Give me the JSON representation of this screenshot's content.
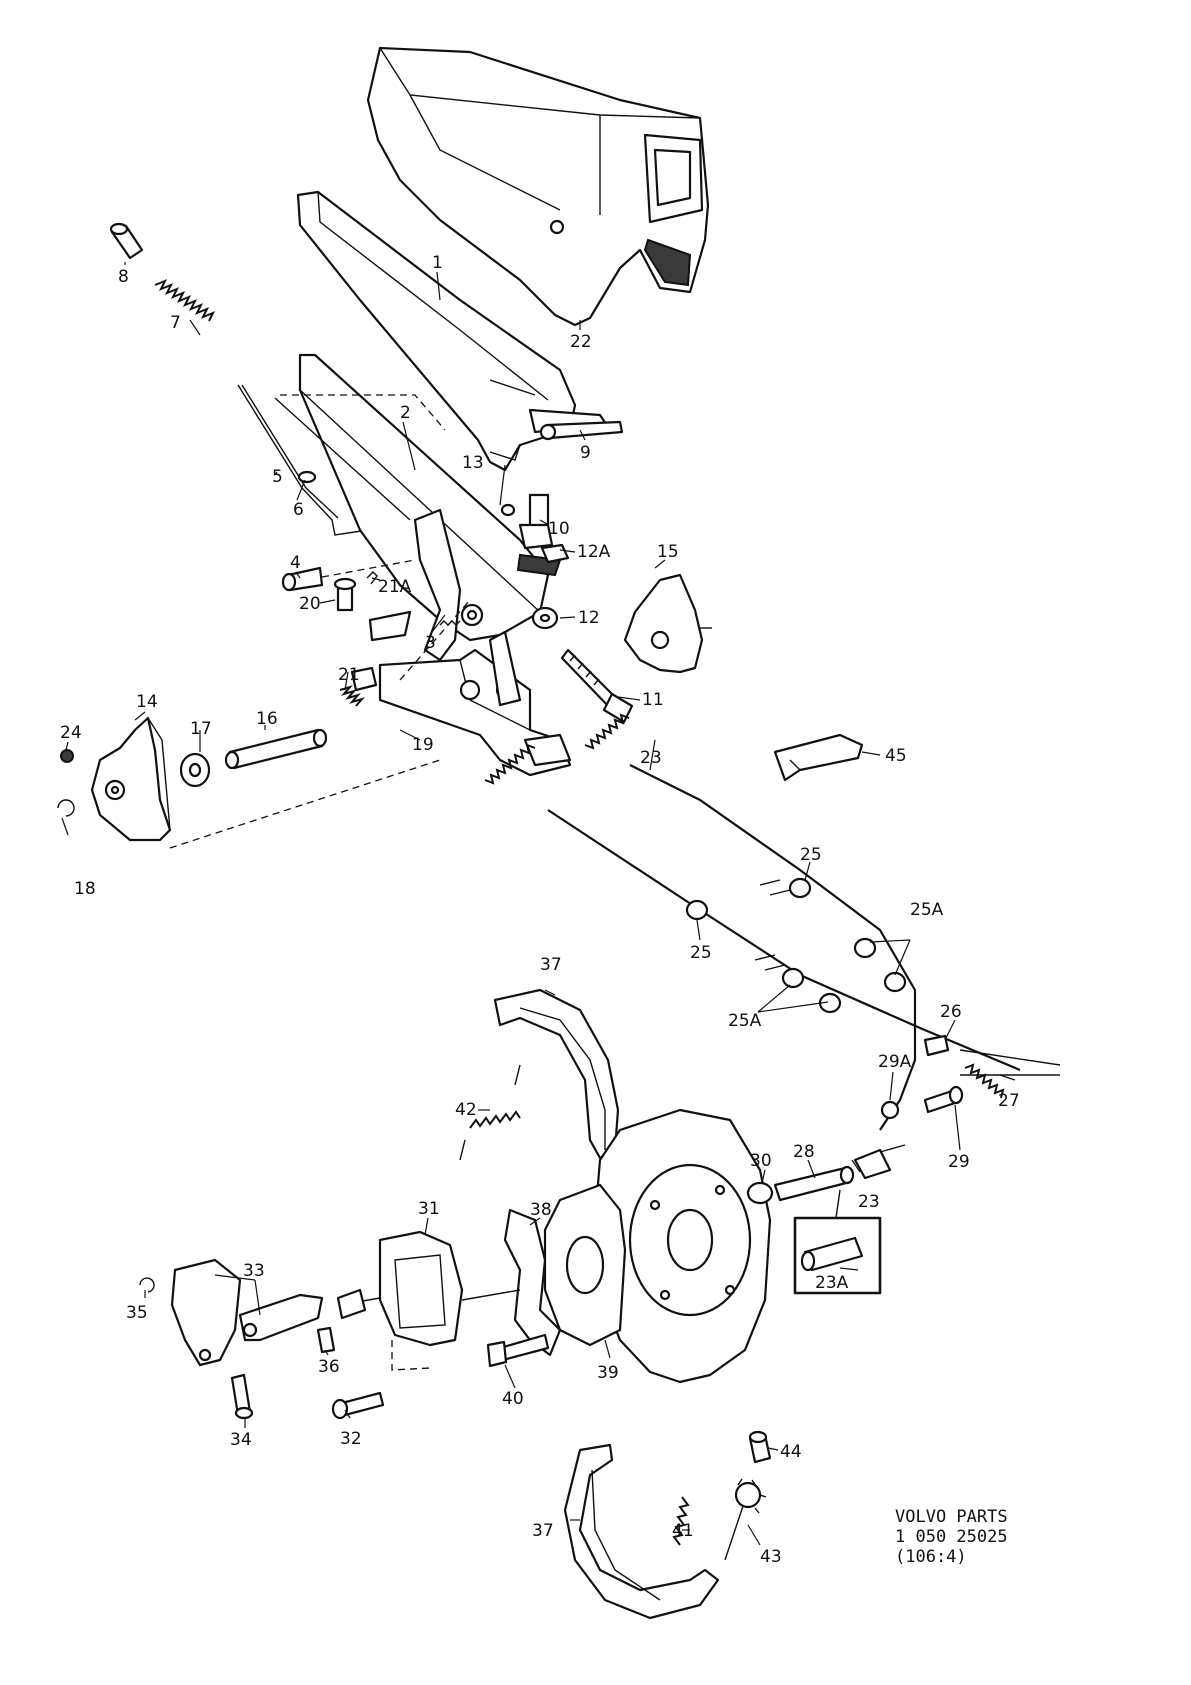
{
  "callouts": [
    {
      "id": "c1",
      "text": "1"
    },
    {
      "id": "c2",
      "text": "2"
    },
    {
      "id": "c3",
      "text": "3"
    },
    {
      "id": "c4",
      "text": "4"
    },
    {
      "id": "c5",
      "text": "5"
    },
    {
      "id": "c6",
      "text": "6"
    },
    {
      "id": "c7",
      "text": "7"
    },
    {
      "id": "c8",
      "text": "8"
    },
    {
      "id": "c9",
      "text": "9"
    },
    {
      "id": "c10",
      "text": "10"
    },
    {
      "id": "c11",
      "text": "11"
    },
    {
      "id": "c12",
      "text": "12"
    },
    {
      "id": "c12A",
      "text": "12A"
    },
    {
      "id": "c13",
      "text": "13"
    },
    {
      "id": "c14",
      "text": "14"
    },
    {
      "id": "c15",
      "text": "15"
    },
    {
      "id": "c16",
      "text": "16"
    },
    {
      "id": "c17",
      "text": "17"
    },
    {
      "id": "c18",
      "text": "18"
    },
    {
      "id": "c19",
      "text": "19"
    },
    {
      "id": "c20",
      "text": "20"
    },
    {
      "id": "c21",
      "text": "21"
    },
    {
      "id": "c21A",
      "text": "21A"
    },
    {
      "id": "c22",
      "text": "22"
    },
    {
      "id": "c23a",
      "text": "23"
    },
    {
      "id": "c23b",
      "text": "23"
    },
    {
      "id": "c23A",
      "text": "23A"
    },
    {
      "id": "c24",
      "text": "24"
    },
    {
      "id": "c25a",
      "text": "25"
    },
    {
      "id": "c25b",
      "text": "25"
    },
    {
      "id": "c25Aa",
      "text": "25A"
    },
    {
      "id": "c25Ab",
      "text": "25A"
    },
    {
      "id": "c26",
      "text": "26"
    },
    {
      "id": "c27",
      "text": "27"
    },
    {
      "id": "c28",
      "text": "28"
    },
    {
      "id": "c29",
      "text": "29"
    },
    {
      "id": "c29A",
      "text": "29A"
    },
    {
      "id": "c30",
      "text": "30"
    },
    {
      "id": "c31",
      "text": "31"
    },
    {
      "id": "c32",
      "text": "32"
    },
    {
      "id": "c33",
      "text": "33"
    },
    {
      "id": "c34",
      "text": "34"
    },
    {
      "id": "c35",
      "text": "35"
    },
    {
      "id": "c36",
      "text": "36"
    },
    {
      "id": "c37a",
      "text": "37"
    },
    {
      "id": "c37b",
      "text": "37"
    },
    {
      "id": "c38",
      "text": "38"
    },
    {
      "id": "c39",
      "text": "39"
    },
    {
      "id": "c40",
      "text": "40"
    },
    {
      "id": "c41",
      "text": "41"
    },
    {
      "id": "c42",
      "text": "42"
    },
    {
      "id": "c43",
      "text": "43"
    },
    {
      "id": "c44",
      "text": "44"
    },
    {
      "id": "c45",
      "text": "45"
    }
  ],
  "caption": {
    "line1": "VOLVO PARTS",
    "line2": "1 050 25025",
    "line3": "(106:4)"
  },
  "colors": {
    "line": "#111111",
    "background": "#ffffff"
  }
}
